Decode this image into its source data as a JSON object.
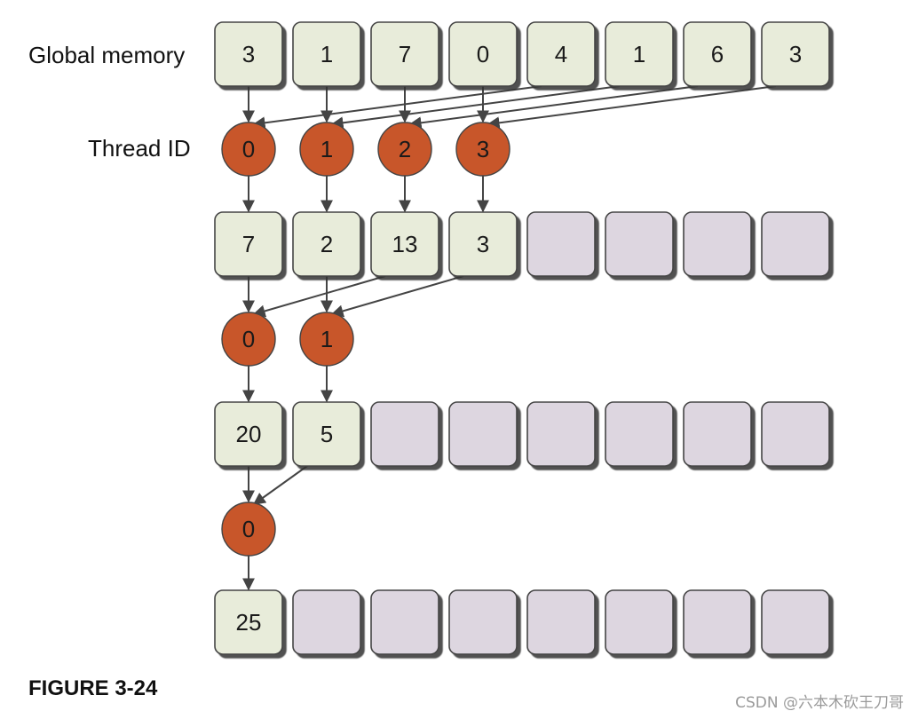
{
  "labels": {
    "global_memory": "Global memory",
    "thread_id": "Thread ID"
  },
  "caption": "FIGURE 3-24",
  "watermark": "CSDN @六本木砍王刀哥",
  "colors": {
    "cell_filled": "#e8ecda",
    "cell_empty": "#ddd6e0",
    "thread": "#c8562a",
    "arrow": "#444444",
    "border": "#444444"
  },
  "rows": [
    {
      "cells": [
        "3",
        "1",
        "7",
        "0",
        "4",
        "1",
        "6",
        "3"
      ]
    },
    {
      "cells": [
        "7",
        "2",
        "13",
        "3",
        "",
        "",
        "",
        ""
      ]
    },
    {
      "cells": [
        "20",
        "5",
        "",
        "",
        "",
        "",
        "",
        ""
      ]
    },
    {
      "cells": [
        "25",
        "",
        "",
        "",
        "",
        "",
        "",
        ""
      ]
    }
  ],
  "thread_rows": [
    {
      "threads": [
        "0",
        "1",
        "2",
        "3"
      ]
    },
    {
      "threads": [
        "0",
        "1"
      ]
    },
    {
      "threads": [
        "0"
      ]
    }
  ]
}
